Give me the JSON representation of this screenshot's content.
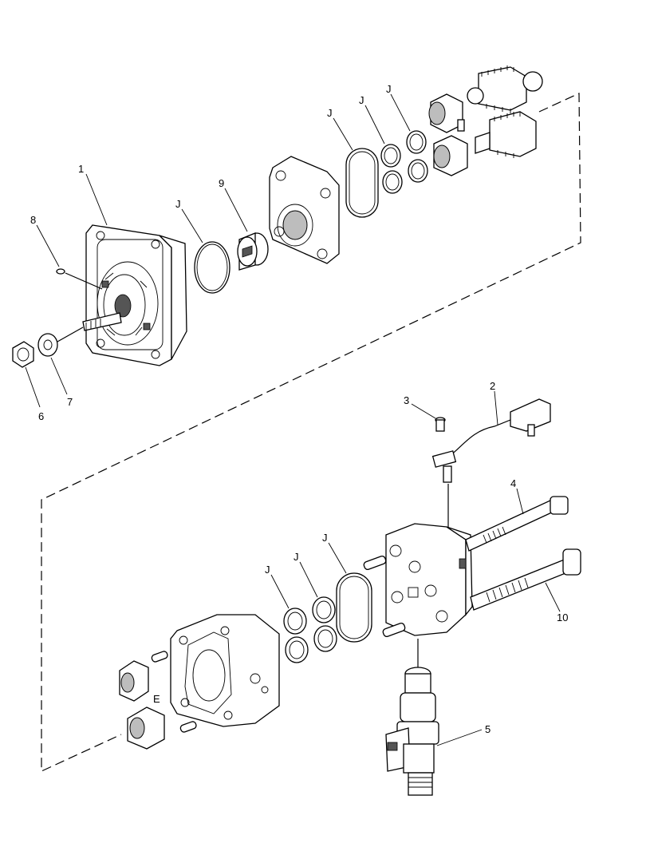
{
  "callouts": {
    "c1": "1",
    "c2": "2",
    "c3": "3",
    "c4": "4",
    "c5": "5",
    "c6": "6",
    "c7": "7",
    "c8": "8",
    "c9": "9",
    "c10": "10",
    "j": "J",
    "e": "E"
  }
}
